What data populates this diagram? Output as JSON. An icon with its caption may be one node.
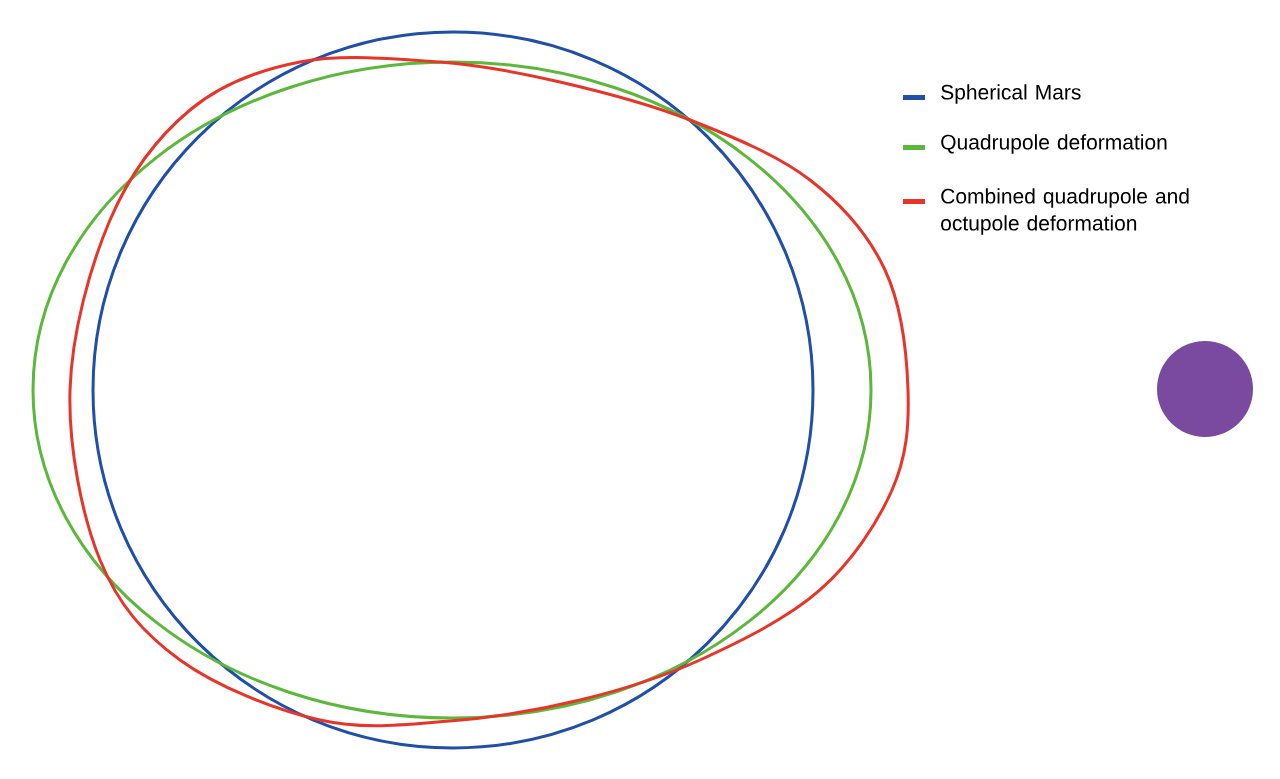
{
  "diagram": {
    "nodes": [
      {
        "text": [],
        "shape": "circle"
      }
    ],
    "legend": [
      {
        "text": "Spherical Mars",
        "color": "#1f4fa8"
      },
      {
        "text": "Quadrupole deformation",
        "color": "#5cb83a"
      },
      {
        "text": "Combined quadrupole and octupole deformation",
        "color": "#e8352a"
      }
    ]
  }
}
